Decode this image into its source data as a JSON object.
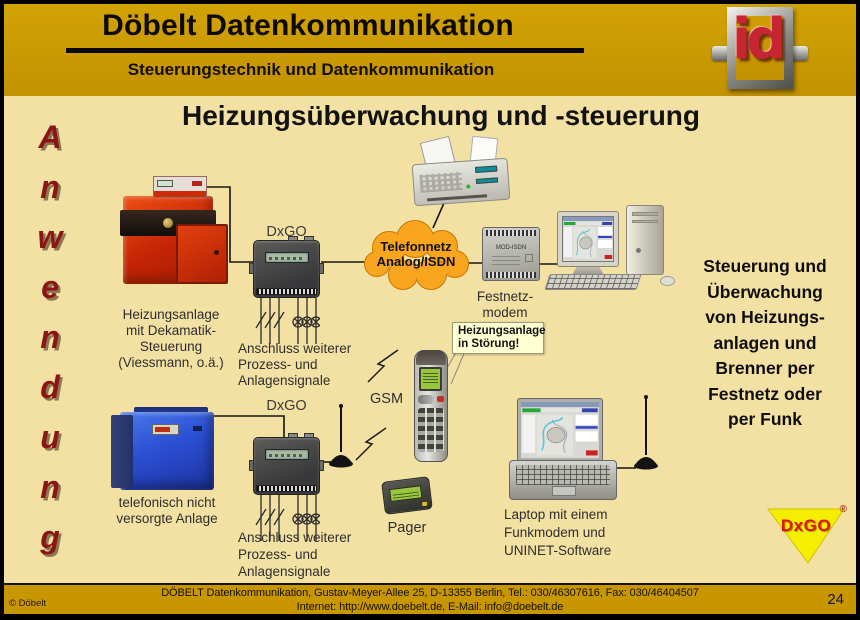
{
  "header": {
    "title": "Döbelt Datenkommunikation",
    "subtitle": "Steuerungstechnik und Datenkommunikation",
    "logo_text": "id"
  },
  "slide": {
    "title": "Heizungsüberwachung und -steuerung",
    "vertical_label": "Anwendung",
    "right_note": "Steuerung und\nÜberwachung\nvon Heizungs-\nanlagen und\nBrenner per\nFestnetz oder\nper Funk"
  },
  "diagram": {
    "boiler_caption": "Heizungsanlage\nmit Dekamatik-\nSteuerung\n(Viessmann, o.ä.)",
    "dxgo1_label": "DxGO",
    "signals1_caption": "Anschluss weiterer\nProzess- und\nAnlagensignale",
    "cloud_label": "Telefonnetz\nAnalog/ISDN",
    "modem_label": "Festnetz-\nmodem",
    "modem_text": "MOD-ISDN",
    "callout": "Heizungsanlage\nin Störung!",
    "gsm_label": "GSM",
    "blue_caption": "telefonisch nicht\nversorgte Anlage",
    "dxgo2_label": "DxGO",
    "signals2_caption": "Anschluss weiterer\nProzess- und\nAnlagensignale",
    "pager_label": "Pager",
    "laptop_caption": "Laptop mit einem\nFunkmodem und\nUNINET-Software"
  },
  "logo_dxgo": {
    "text": "DxGO",
    "registered": "®"
  },
  "footer": {
    "copyright": "© Döbelt",
    "line1": "DÖBELT Datenkommunikation, Gustav-Meyer-Allee 25, D-13355 Berlin, Tel.: 030/46307616, Fax: 030/46404507",
    "line2": "Internet: http://www.doebelt.de, E-Mail: info@doebelt.de",
    "page": "24"
  },
  "colors": {
    "header_gold": "#c89700",
    "content_tan": "#f3e0a3",
    "cloud_orange": "#f9a51e",
    "anwendung_maroon": "#8c1515",
    "dxgo_logo_yellow": "#f6ee00",
    "dxgo_logo_red": "#e01414",
    "id_logo_red": "#c62531",
    "callout_bg": "#ffffd4"
  }
}
